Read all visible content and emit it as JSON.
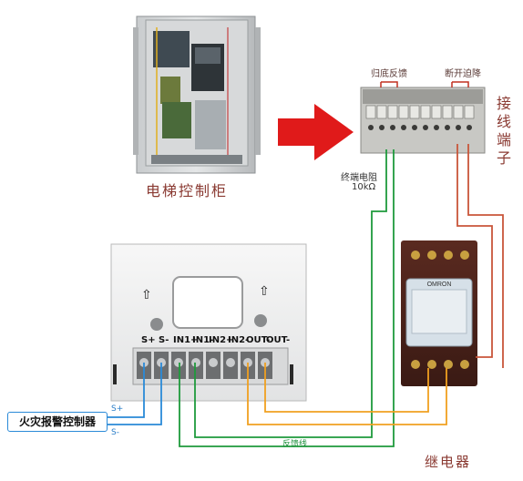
{
  "labels": {
    "cabinet": "电梯控制柜",
    "feedback_top": "归底反馈",
    "break_top": "断开迫降",
    "terminal_chars": [
      "接",
      "线",
      "端",
      "子"
    ],
    "resistor_line1": "终端电阻",
    "resistor_line2": "10kΩ",
    "relay": "继电器",
    "feedback_line": "反馈线",
    "fire_controller": "火灾报警控制器",
    "s_plus": "S+",
    "s_minus": "S-",
    "relay_brand": "OMRON"
  },
  "module_terminals": [
    "S+",
    "S-",
    "IN1+",
    "IN1-",
    "IN2+",
    "IN2-",
    "OUT-",
    "OUT-"
  ],
  "colors": {
    "green_wire": "#1f9a3c",
    "orange_wire": "#f0a020",
    "blue_wire": "#2a8ad8",
    "red_wire": "#c9563a",
    "arrow_red": "#e01a1a"
  }
}
